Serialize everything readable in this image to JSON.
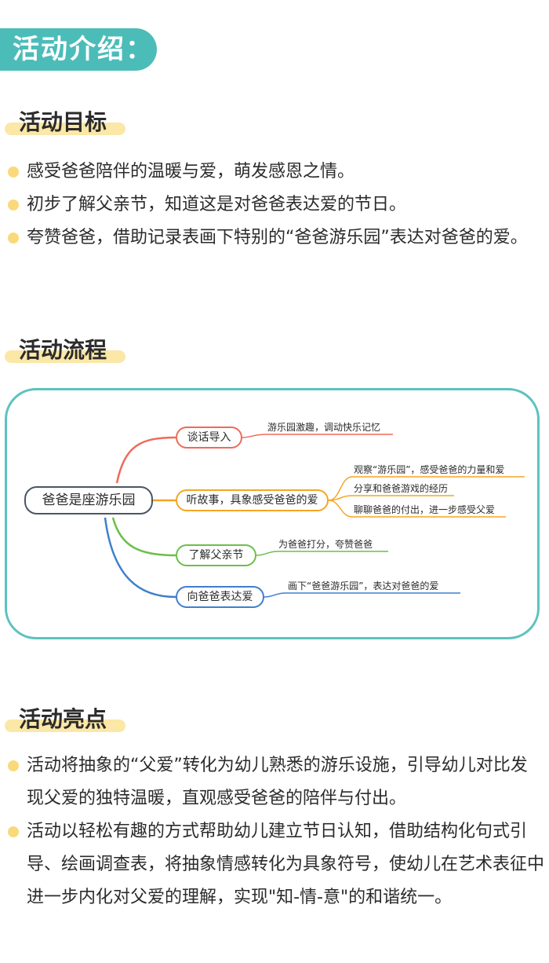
{
  "banner": {
    "title": "活动介绍："
  },
  "goals": {
    "title": "活动目标",
    "items": [
      "感受爸爸陪伴的温暖与爱，萌发感恩之情。",
      "初步了解父亲节，知道这是对爸爸表达爱的节日。",
      "夸赞爸爸，借助记录表画下特别的“爸爸游乐园”表达对爸爸的爱。"
    ]
  },
  "process": {
    "title": "活动流程",
    "mindmap": {
      "root": "爸爸是座游乐园",
      "branches": [
        {
          "label": "谈话导入",
          "color": "#ef6a5a",
          "leaves": [
            "游乐园激趣，调动快乐记忆"
          ]
        },
        {
          "label": "听故事，具象感受爸爸的爱",
          "color": "#f5a623",
          "leaves": [
            "观察“游乐园”，感受爸爸的力量和爱",
            "分享和爸爸游戏的经历",
            "聊聊爸爸的付出，进一步感受父爱"
          ]
        },
        {
          "label": "了解父亲节",
          "color": "#6cbf4a",
          "leaves": [
            "为爸爸打分，夸赞爸爸"
          ]
        },
        {
          "label": "向爸爸表达爱",
          "color": "#3f7fcc",
          "leaves": [
            "画下“爸爸游乐园”，表达对爸爸的爱"
          ]
        }
      ]
    }
  },
  "highlights": {
    "title": "活动亮点",
    "items": [
      "活动将抽象的“父爱”转化为幼儿熟悉的游乐设施，引导幼儿对比发现父爱的独特温暖，直观感受爸爸的陪伴与付出。",
      "活动以轻松有趣的方式帮助幼儿建立节日认知，借助结构化句式引导、绘画调查表，将抽象情感转化为具象符号，使幼儿在艺术表征中进一步内化对父爱的理解，实现\"知-情-意\"的和谐统一。"
    ]
  },
  "colors": {
    "teal": "#4cbcb9",
    "highlight": "#fbe7a6",
    "bullet": "#f9d97a"
  }
}
